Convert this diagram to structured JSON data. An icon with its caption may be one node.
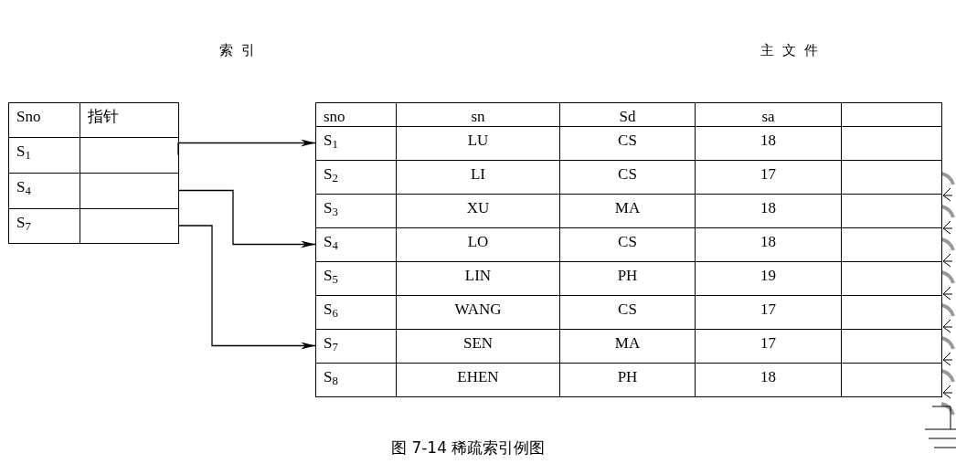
{
  "diagram": {
    "caption": "图 7-14 稀疏索引例图",
    "nodes": [
      {
        "text": [],
        "shape": "box"
      },
      {
        "text": [],
        "shape": "box"
      },
      {
        "text": [],
        "shape": "box"
      },
      {
        "text": [
          "S$_{1}$"
        ]
      },
      {
        "text": [
          "S$_{4}$"
        ]
      },
      {
        "text": [
          "S$_{7}$"
        ]
      }
    ],
    "edges": [
      {
        "from": 0,
        "to": 3,
        "arrow": "to"
      },
      {
        "from": 1,
        "to": 4,
        "arrow": "to"
      },
      {
        "from": 2,
        "to": 5,
        "arrow": "to"
      }
    ],
    "labels": [
      "索引",
      "主文件",
      "Sno",
      "指针",
      "S$_{1}$",
      "S$_{4}$",
      "S$_{7}$",
      "sno",
      "sn",
      "Sd",
      "sa",
      "LU",
      "CS",
      "18",
      "S$_{2}$",
      "LI",
      "CS",
      "17",
      "S$_{3}$",
      "XU",
      "MA",
      "18",
      "LO",
      "CS",
      "18",
      "S$_{5}$",
      "LIN",
      "PH",
      "19",
      "S$_{6}$",
      "WANG",
      "CS",
      "17",
      "SEN",
      "MA",
      "17",
      "S$_{8}$",
      "EHEN",
      "PH",
      "18"
    ]
  }
}
